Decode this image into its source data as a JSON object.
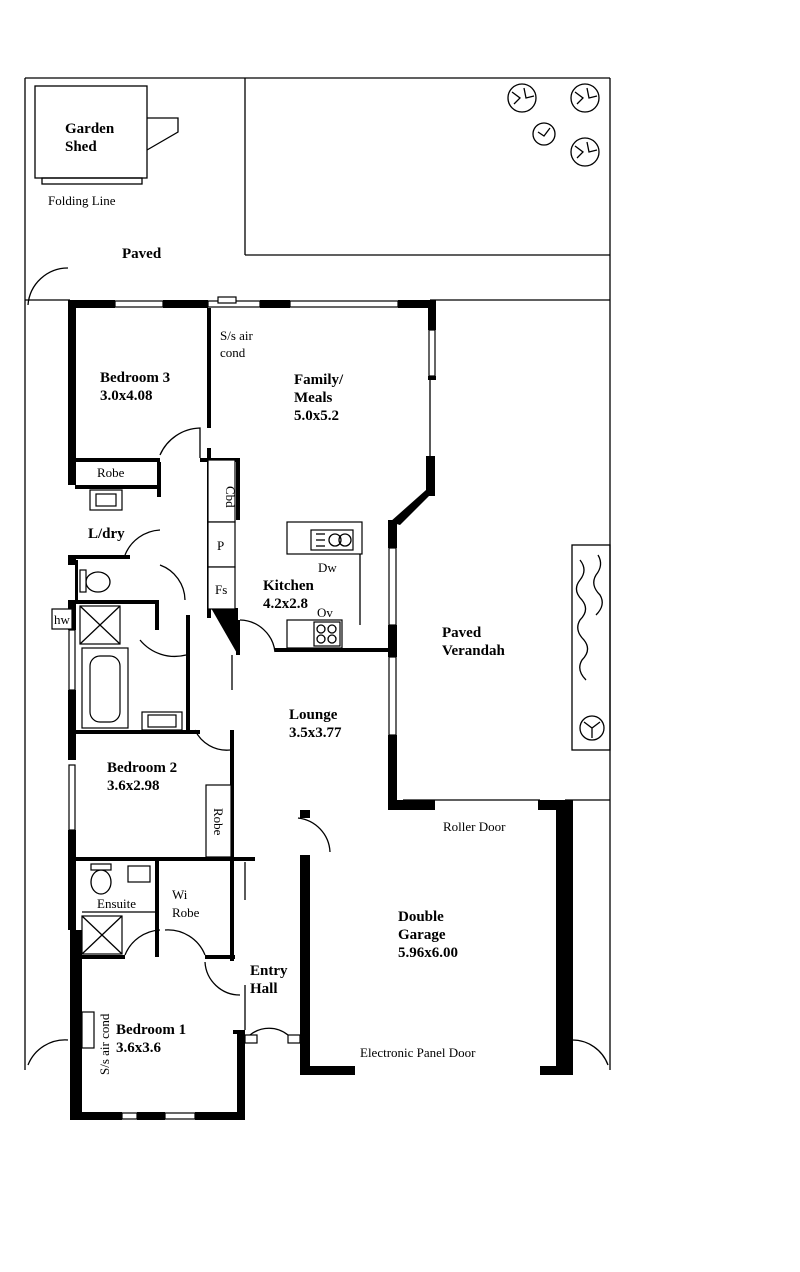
{
  "rooms": {
    "garden_shed": {
      "line1": "Garden",
      "line2": "Shed"
    },
    "folding_line": "Folding Line",
    "paved_top": "Paved",
    "bedroom3": {
      "name": "Bedroom 3",
      "size": "3.0x4.08"
    },
    "sscond_top": {
      "line1": "S/s air",
      "line2": "cond"
    },
    "family": {
      "line1": "Family/",
      "line2": "Meals",
      "size": "5.0x5.2"
    },
    "robe3": "Robe",
    "cbd": "Cbd",
    "ldry": "L/dry",
    "pantry": "P",
    "fs": "Fs",
    "hw": "hw",
    "kitchen": {
      "name": "Kitchen",
      "size": "4.2x2.8"
    },
    "dw": "Dw",
    "ov": "Ov",
    "verandah": {
      "line1": "Paved",
      "line2": "Verandah"
    },
    "lounge": {
      "name": "Lounge",
      "size": "3.5x3.77"
    },
    "bedroom2": {
      "name": "Bedroom 2",
      "size": "3.6x2.98"
    },
    "robe2": "Robe",
    "roller_door": "Roller Door",
    "ensuite": "Ensuite",
    "wirobe": {
      "line1": "Wi",
      "line2": "Robe"
    },
    "garage": {
      "line1": "Double",
      "line2": "Garage",
      "size": "5.96x6.00"
    },
    "entry": {
      "line1": "Entry",
      "line2": "Hall"
    },
    "bedroom1": {
      "name": "Bedroom 1",
      "size": "3.6x3.6"
    },
    "sscond_bed1": "S/s air cond",
    "panel_door": "Electronic Panel Door"
  }
}
